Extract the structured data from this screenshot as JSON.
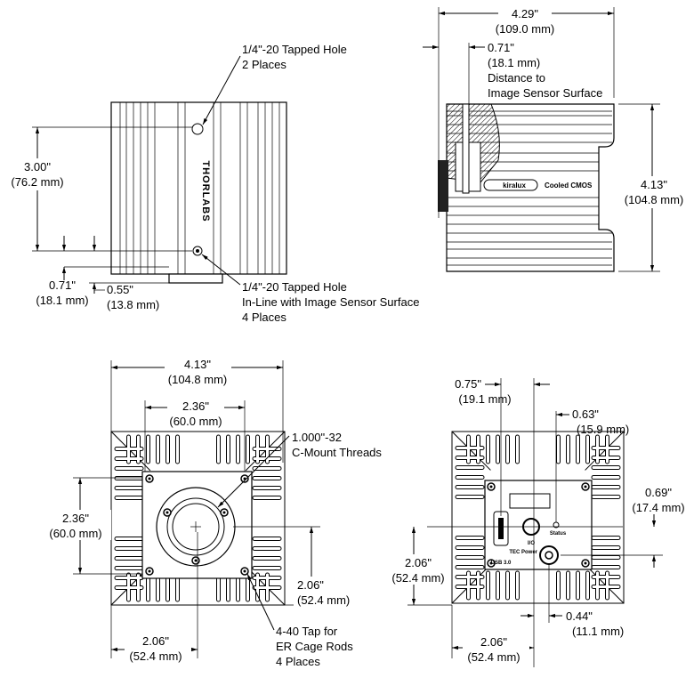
{
  "top_left_view": {
    "brand_label": "THORLABS",
    "dim_height": {
      "inch": "3.00\"",
      "mm": "(76.2 mm)"
    },
    "dim_offset_a": {
      "inch": "0.71\"",
      "mm": "(18.1 mm)"
    },
    "dim_offset_b": {
      "inch": "0.55\"",
      "mm": "(13.8 mm)"
    },
    "callout_top": {
      "line1": "1/4\"-20 Tapped Hole",
      "line2": "2 Places"
    },
    "callout_bottom": {
      "line1": "1/4\"-20 Tapped Hole",
      "line2": "In-Line with Image Sensor Surface",
      "line3": "4 Places"
    }
  },
  "top_right_view": {
    "dim_length": {
      "inch": "4.29\"",
      "mm": "(109.0 mm)"
    },
    "dim_sensor": {
      "inch": "0.71\"",
      "mm": "(18.1 mm)",
      "line3": "Distance to",
      "line4": "Image Sensor Surface"
    },
    "dim_height": {
      "inch": "4.13\"",
      "mm": "(104.8 mm)"
    },
    "logo": "kiralux",
    "product_label": "Cooled CMOS"
  },
  "bottom_left_view": {
    "dim_width": {
      "inch": "4.13\"",
      "mm": "(104.8 mm)"
    },
    "dim_plate_width": {
      "inch": "2.36\"",
      "mm": "(60.0 mm)"
    },
    "dim_plate_height": {
      "inch": "2.36\"",
      "mm": "(60.0 mm)"
    },
    "dim_center_vertical": {
      "inch": "2.06\"",
      "mm": "(52.4 mm)"
    },
    "dim_center_horizontal": {
      "inch": "2.06\"",
      "mm": "(52.4 mm)"
    },
    "callout_thread": {
      "line1": "1.000\"-32",
      "line2": "C-Mount Threads"
    },
    "callout_tap": {
      "line1": "4-40 Tap for",
      "line2": "ER Cage Rods",
      "line3": "4 Places"
    }
  },
  "bottom_right_view": {
    "dim_usb": {
      "inch": "0.75\"",
      "mm": "(19.1 mm)"
    },
    "dim_status": {
      "inch": "0.63\"",
      "mm": "(15.9 mm)"
    },
    "dim_status_v": {
      "inch": "0.69\"",
      "mm": "(17.4 mm)"
    },
    "dim_center_vertical": {
      "inch": "2.06\"",
      "mm": "(52.4 mm)"
    },
    "dim_tec": {
      "inch": "0.44\"",
      "mm": "(11.1 mm)"
    },
    "dim_center_horizontal": {
      "inch": "2.06\"",
      "mm": "(52.4 mm)"
    },
    "port_usb": "USB 3.0",
    "port_io": "I/O",
    "port_tec": "TEC Power",
    "status_led": "Status"
  }
}
